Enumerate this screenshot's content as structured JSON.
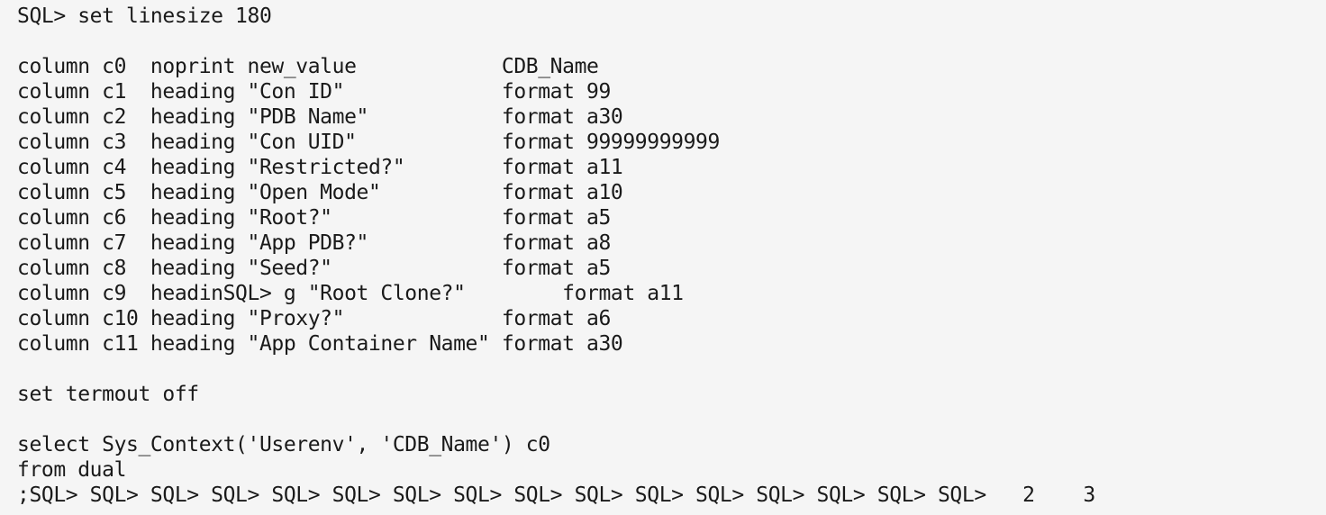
{
  "terminal": {
    "lines": [
      "SQL> set linesize 180",
      "",
      "column c0  noprint new_value            CDB_Name",
      "column c1  heading \"Con ID\"             format 99",
      "column c2  heading \"PDB Name\"           format a30",
      "column c3  heading \"Con UID\"            format 99999999999",
      "column c4  heading \"Restricted?\"        format a11",
      "column c5  heading \"Open Mode\"          format a10",
      "column c6  heading \"Root?\"              format a5",
      "column c7  heading \"App PDB?\"           format a8",
      "column c8  heading \"Seed?\"              format a5",
      "column c9  headinSQL> g \"Root Clone?\"        format a11",
      "column c10 heading \"Proxy?\"             format a6",
      "column c11 heading \"App Container Name\" format a30",
      "",
      "set termout off",
      "",
      "select Sys_Context('Userenv', 'CDB_Name') c0",
      "from dual",
      ";SQL> SQL> SQL> SQL> SQL> SQL> SQL> SQL> SQL> SQL> SQL> SQL> SQL> SQL> SQL> SQL>   2    3"
    ]
  }
}
